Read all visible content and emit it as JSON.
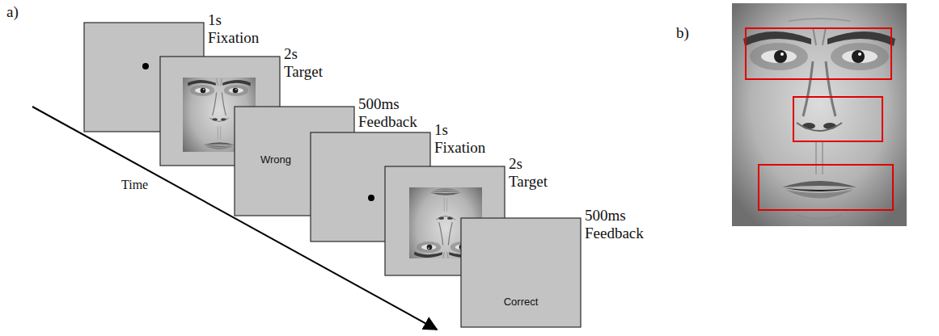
{
  "diagram": {
    "nodes": [
      {
        "text": [
          "1s Fixation"
        ]
      },
      {
        "text": [
          "2s Target"
        ]
      },
      {
        "text": [
          "500ms Feedback",
          "Wrong"
        ]
      },
      {
        "text": [
          "1s Fixation"
        ]
      },
      {
        "text": [
          "2s Target"
        ]
      },
      {
        "text": [
          "500ms Feedback",
          "Correct"
        ]
      }
    ],
    "labels": [
      "a)",
      "Time",
      "b)"
    ]
  }
}
